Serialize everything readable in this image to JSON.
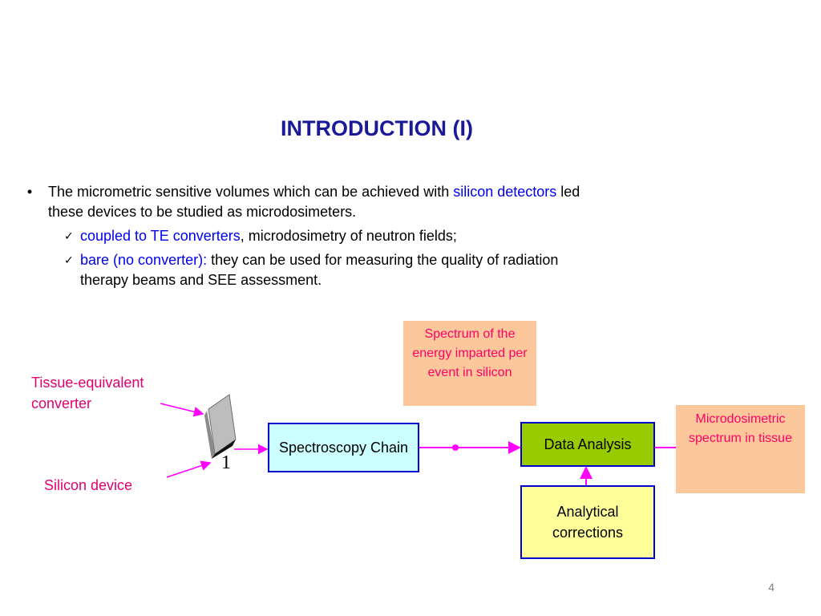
{
  "slide": {
    "title": "INTRODUCTION (I)",
    "page_number": "4"
  },
  "bullet": {
    "symbol": "•",
    "text_part1": "The micrometric sensitive volumes which can be achieved with ",
    "highlight": "silicon detectors",
    "text_part2": " led these devices to be studied as microdosimeters."
  },
  "subitems": [
    {
      "symbol": "✓",
      "highlight": "coupled to TE converters",
      "text": ", microdosimetry of neutron fields;"
    },
    {
      "symbol": "✓",
      "highlight": "bare (no converter):",
      "text": " they can be used for measuring the quality of radiation therapy beams and SEE assessment."
    }
  ],
  "diagram": {
    "label_converter": "Tissue-equivalent converter",
    "label_silicon": "Silicon device",
    "detector_glyph": "1",
    "box_spectroscopy": "Spectroscopy Chain",
    "box_data_analysis": "Data Analysis",
    "box_corrections": "Analytical corrections",
    "note_spectrum": "Spectrum of the energy imparted per event in silicon",
    "note_microdosimetric": "Microdosimetric spectrum in tissue"
  },
  "colors": {
    "title": "#1a1a99",
    "highlight": "#0000ee",
    "pink": "#e0006e",
    "arrow": "#ff00ff",
    "spectroscopy_fill": "#ccffff",
    "data_analysis_fill": "#99cc00",
    "corrections_fill": "#ffff99",
    "note_fill": "#fcc89b",
    "box_border": "#0000cc"
  }
}
